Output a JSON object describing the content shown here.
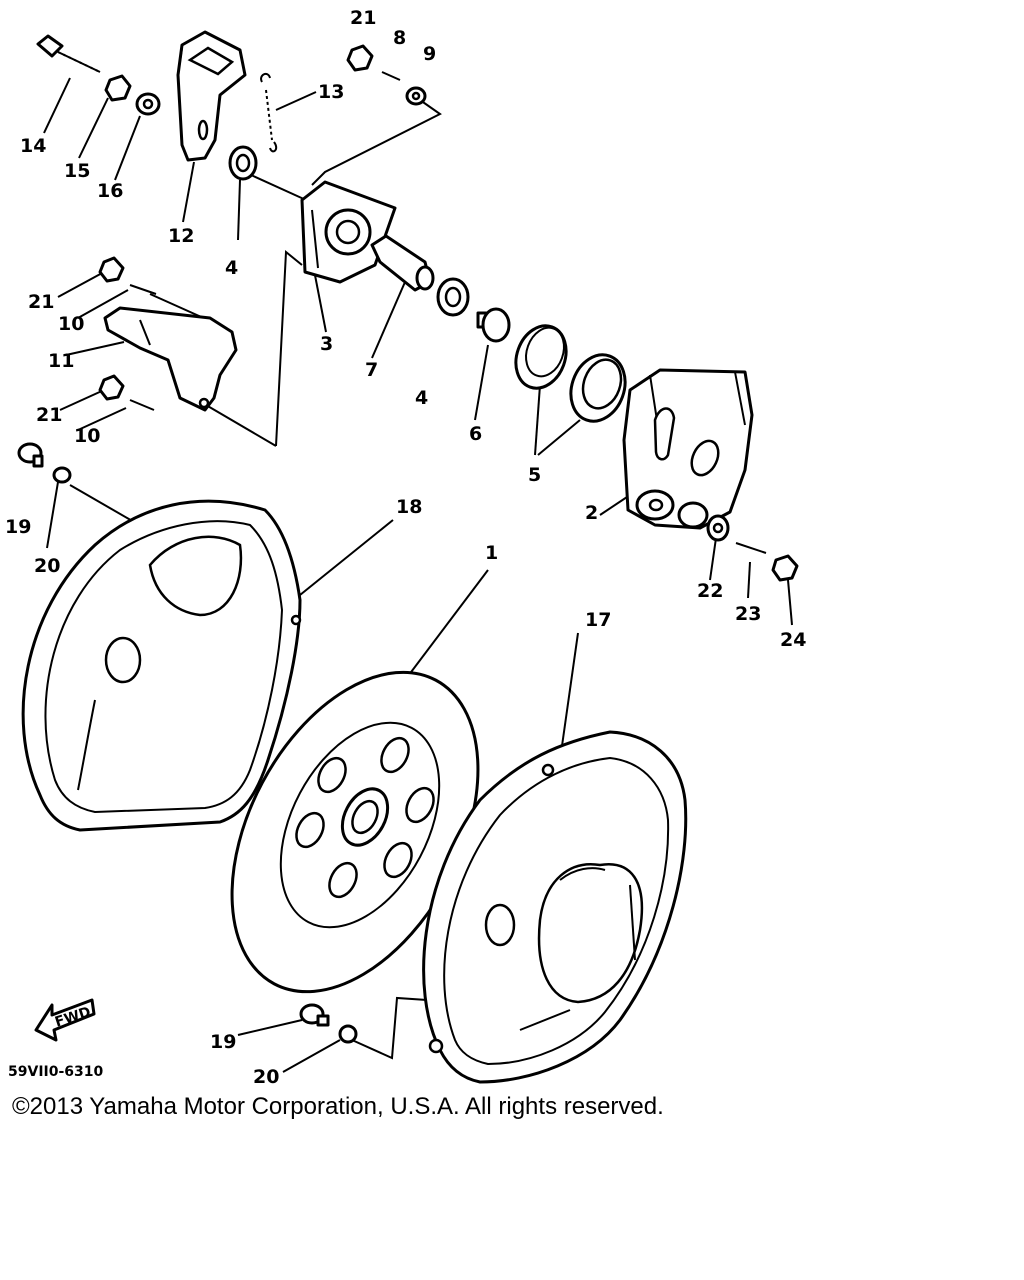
{
  "diagram": {
    "fwd_label": "FWD",
    "diagram_code": "59VII0-6310",
    "part_labels": [
      "21",
      "8",
      "9",
      "13",
      "14",
      "15",
      "16",
      "12",
      "4",
      "3",
      "21",
      "10",
      "11",
      "21",
      "10",
      "7",
      "4",
      "6",
      "5",
      "2",
      "19",
      "20",
      "18",
      "1",
      "17",
      "22",
      "23",
      "24",
      "19",
      "20"
    ]
  },
  "footer": {
    "copyright": "©2013 Yamaha Motor Corporation, U.S.A. All rights reserved."
  }
}
